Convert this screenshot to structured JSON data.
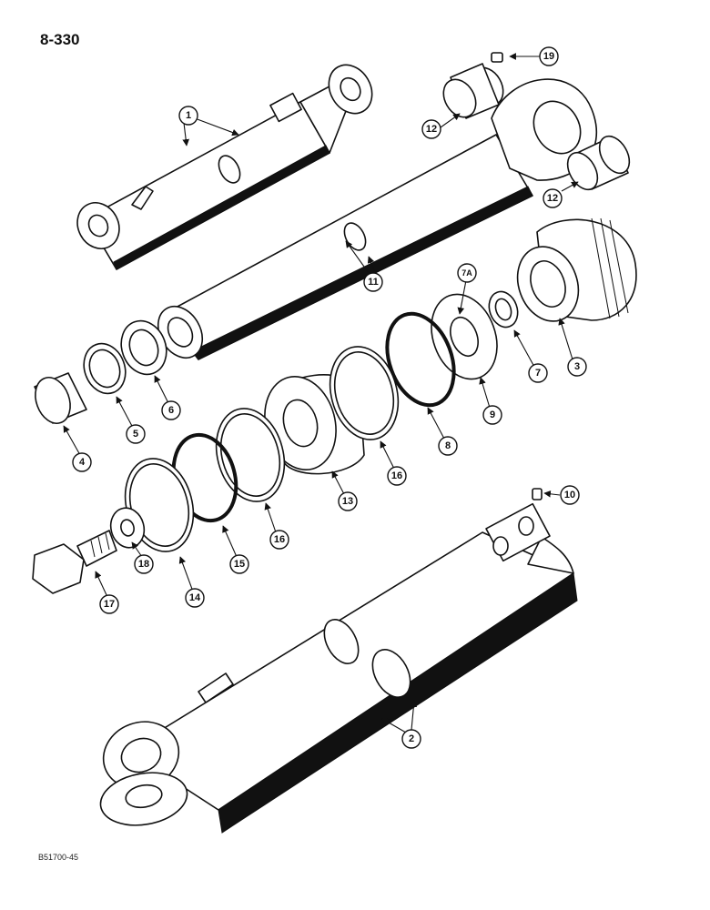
{
  "page_number": "8-330",
  "figure_code": "B51700-45",
  "callouts": [
    "1",
    "2",
    "3",
    "4",
    "5",
    "6",
    "7",
    "7A",
    "8",
    "9",
    "10",
    "11",
    "12",
    "12",
    "13",
    "14",
    "15",
    "16",
    "16",
    "17",
    "18",
    "19"
  ]
}
